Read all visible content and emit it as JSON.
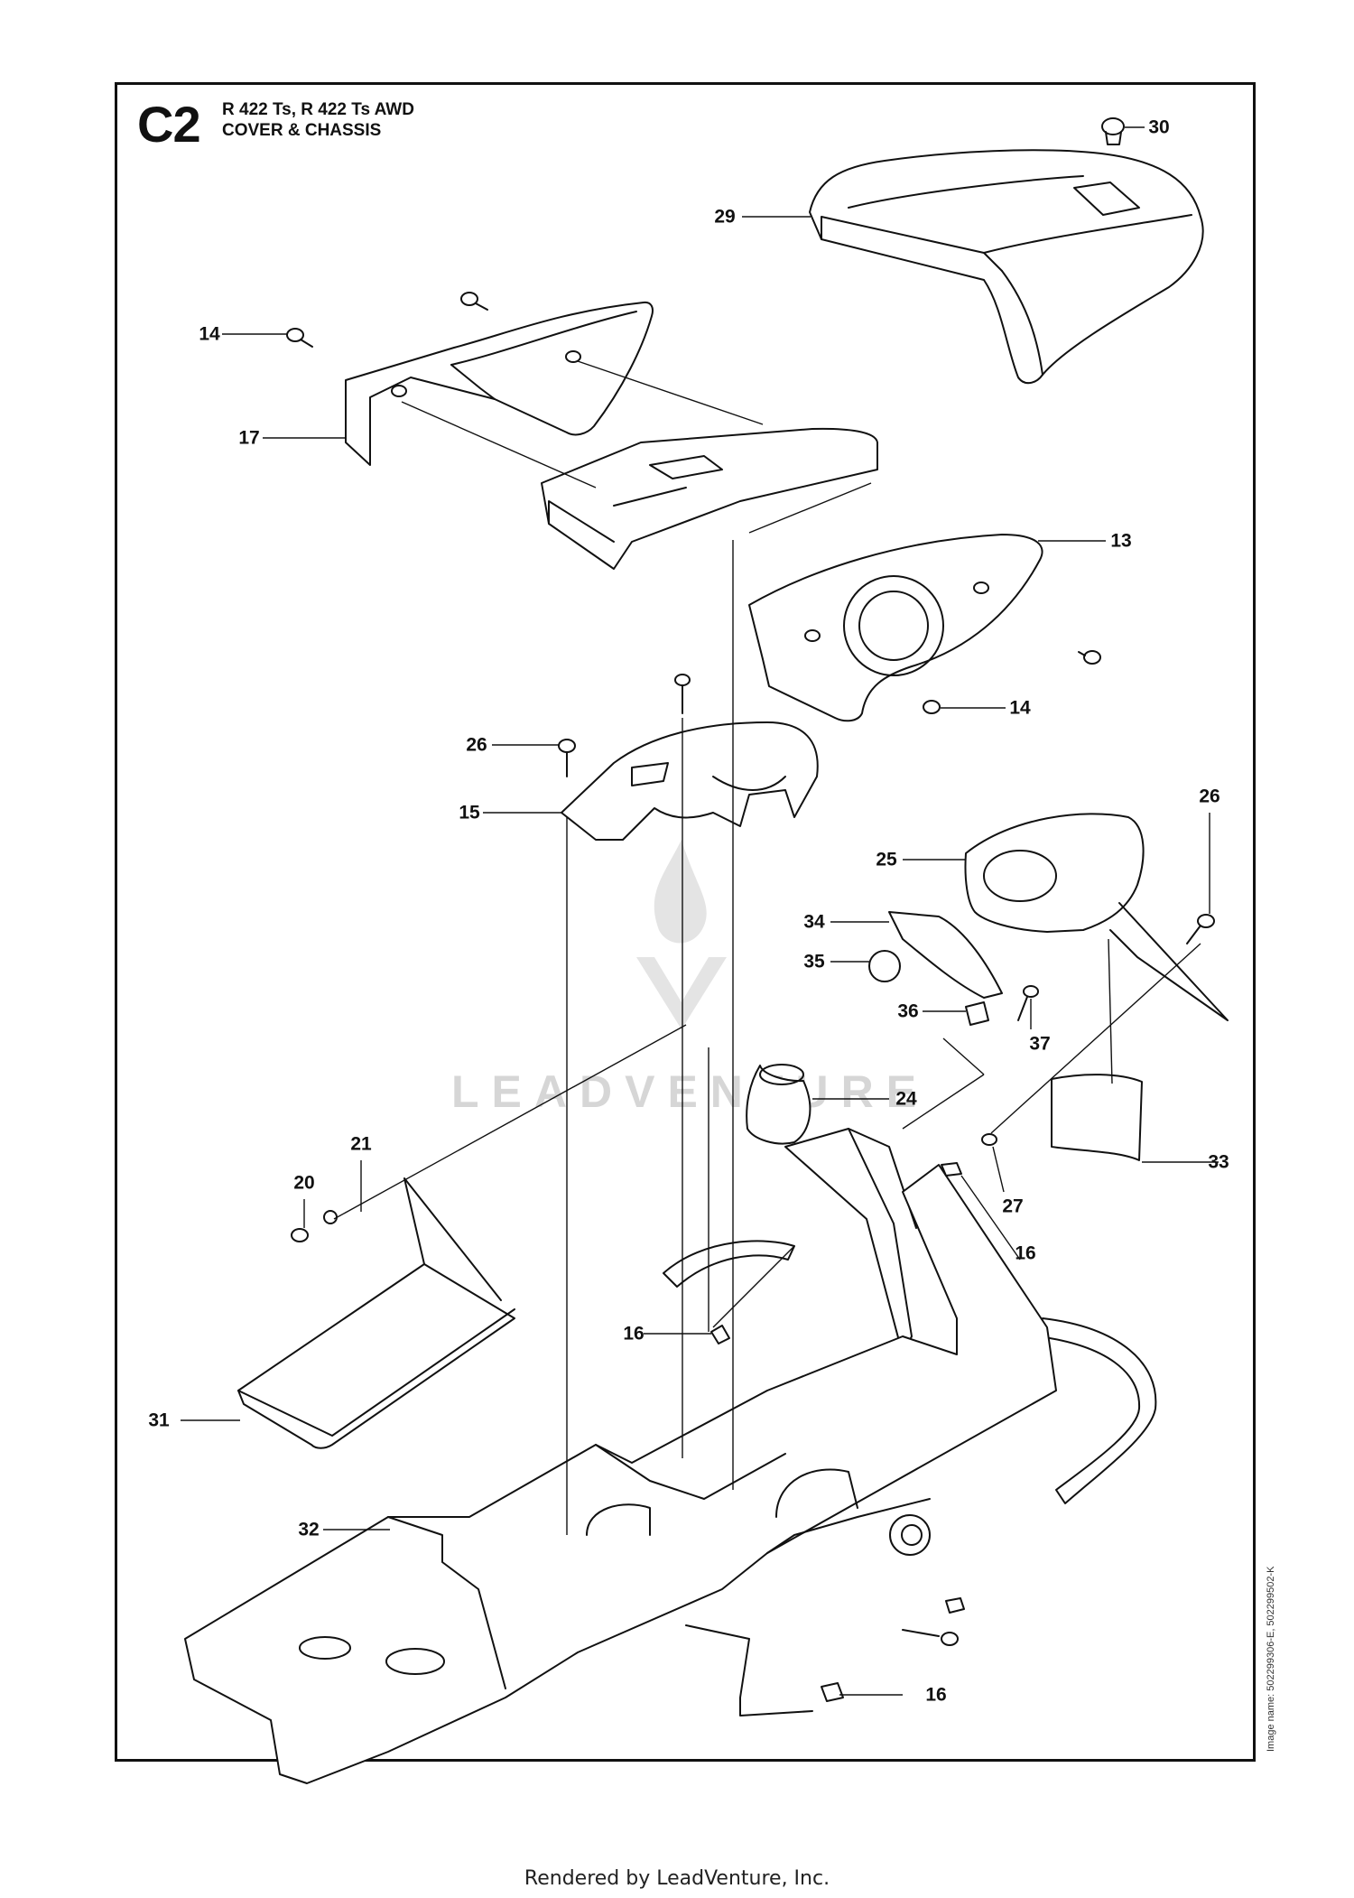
{
  "header": {
    "section_code": "C2",
    "models": "R 422 Ts, R 422 Ts AWD",
    "title": "COVER & CHASSIS"
  },
  "callouts": [
    "30",
    "29",
    "14",
    "17",
    "13",
    "14",
    "26",
    "15",
    "26",
    "25",
    "34",
    "35",
    "36",
    "37",
    "24",
    "21",
    "20",
    "33",
    "27",
    "16",
    "16",
    "31",
    "32",
    "16"
  ],
  "watermark": "LEADVENTURE",
  "side_imprint": "Image name: 502299306-E, 502299502-K",
  "footer": "Rendered by LeadVenture, Inc."
}
